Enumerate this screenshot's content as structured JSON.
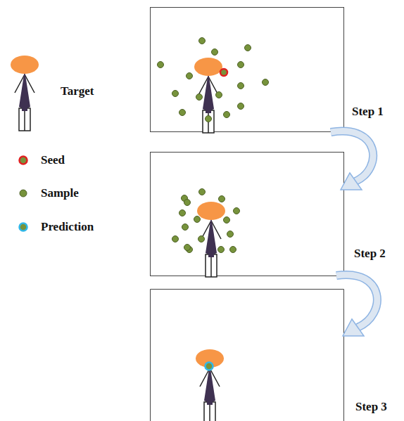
{
  "diagram": {
    "labels": [
      "Step 1",
      "Step 2",
      "Step 3"
    ],
    "legend": [
      {
        "text": "Target"
      },
      {
        "text": "Seed"
      },
      {
        "text": "Sample"
      },
      {
        "text": "Prediction"
      }
    ]
  }
}
